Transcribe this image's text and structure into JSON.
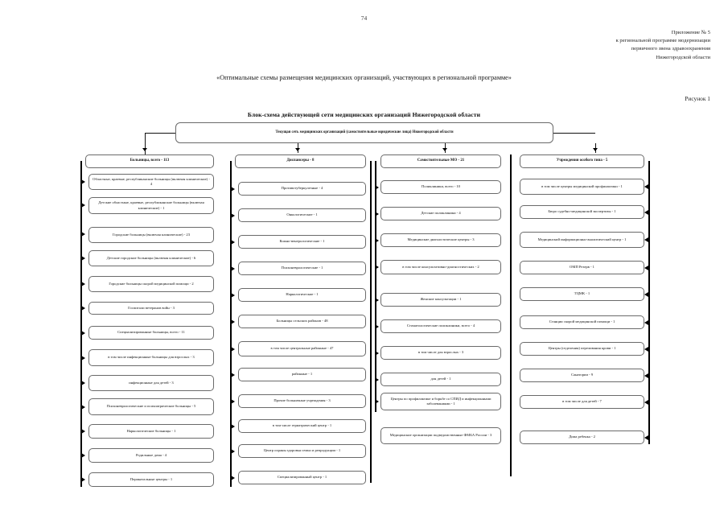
{
  "page": {
    "number": "74",
    "figure_label": "Рисунок 1"
  },
  "appendix": {
    "line1": "Приложение № 5",
    "line2": "к региональной программе модернизации",
    "line3": "первичного звена здравоохранения",
    "line4": "Нижегородской области"
  },
  "document": {
    "title": "«Оптимальные схемы размещения медицинских организаций, участвующих в региональной программе»"
  },
  "chart_data": {
    "type": "diagram",
    "title": "Блок-схема действующей сети медицинских организаций Нижегородской области",
    "root": {
      "line1": "Текущая сеть медицинских организаций (самостоятельные юридические лица)",
      "line2": "Нижегородской области"
    },
    "columns": [
      {
        "header": "Больницы, всего - 113",
        "items": [
          "Областные, краевые, республиканские больницы (включая клинические) - 4",
          "Детские областные, краевые, республиканские больницы (включая клинические) - 1",
          "Городские больницы (включая клинические) - 23",
          "Детские городские больницы (включая клинические) - 6",
          "Городские больницы скорой медицинской помощи - 2",
          "Госпитали ветеранов войн - 3",
          "Специализированные больницы, всего - 11",
          "в том числе инфекционные больницы для взрослых - 3",
          "инфекционные для детей - 3",
          "Психоневрологические и психиатрические больницы - 5",
          "Наркологические больницы - 1",
          "Родильные дома - 4",
          "Перинатальные центры - 1"
        ]
      },
      {
        "header": "Диспансеры - 8",
        "items": [
          "Противотуберкулезные - 4",
          "Онкологические - 1",
          "Кожно-венерологические - 1",
          "Психоневрологические - 1",
          "Наркологические - 1",
          "Больницы сельских районов - 48",
          "в том числе центральные районные - 47",
          "районные - 1",
          "Прочие больничные учреждения - 3",
          "в том числе гериатрический центр - 1",
          "Центр охраны здоровья семьи и репродукции - 1",
          "Специализированный центр - 1"
        ]
      },
      {
        "header": "Самостоятельные МО - 21",
        "items": [
          "Поликлиники, всего - 10",
          "Детские поликлиники - 4",
          "Медицинские диагностические центры - 3",
          "в том числе консультативно-диагностических - 2",
          "Женские консультации - 1",
          "Стоматологические поликлиники, всего - 4",
          "в том числе для взрослых - 3",
          "для детей - 1",
          "Центры по профилактике и борьбе со СПИД и инфекционными заболеваниями - 1"
        ],
        "footer": "Медицинские организации подведомственные ФМБА России - 3"
      },
      {
        "header": "Учреждения особого типа - 5",
        "items": [
          "в том числе центры медицинской профилактики - 1",
          "Бюро судебно-медицинской экспертизы - 1",
          "Медицинский информационно-аналитический центр - 1",
          "ОМП Резерв - 1",
          "ТЦМК - 1",
          "Станции скорой медицинской помощи - 1",
          "Центры (отделения) переливания крови - 1",
          "Санатории - 9",
          "в том числе для детей - 7",
          "Дома ребенка - 2"
        ]
      }
    ]
  }
}
